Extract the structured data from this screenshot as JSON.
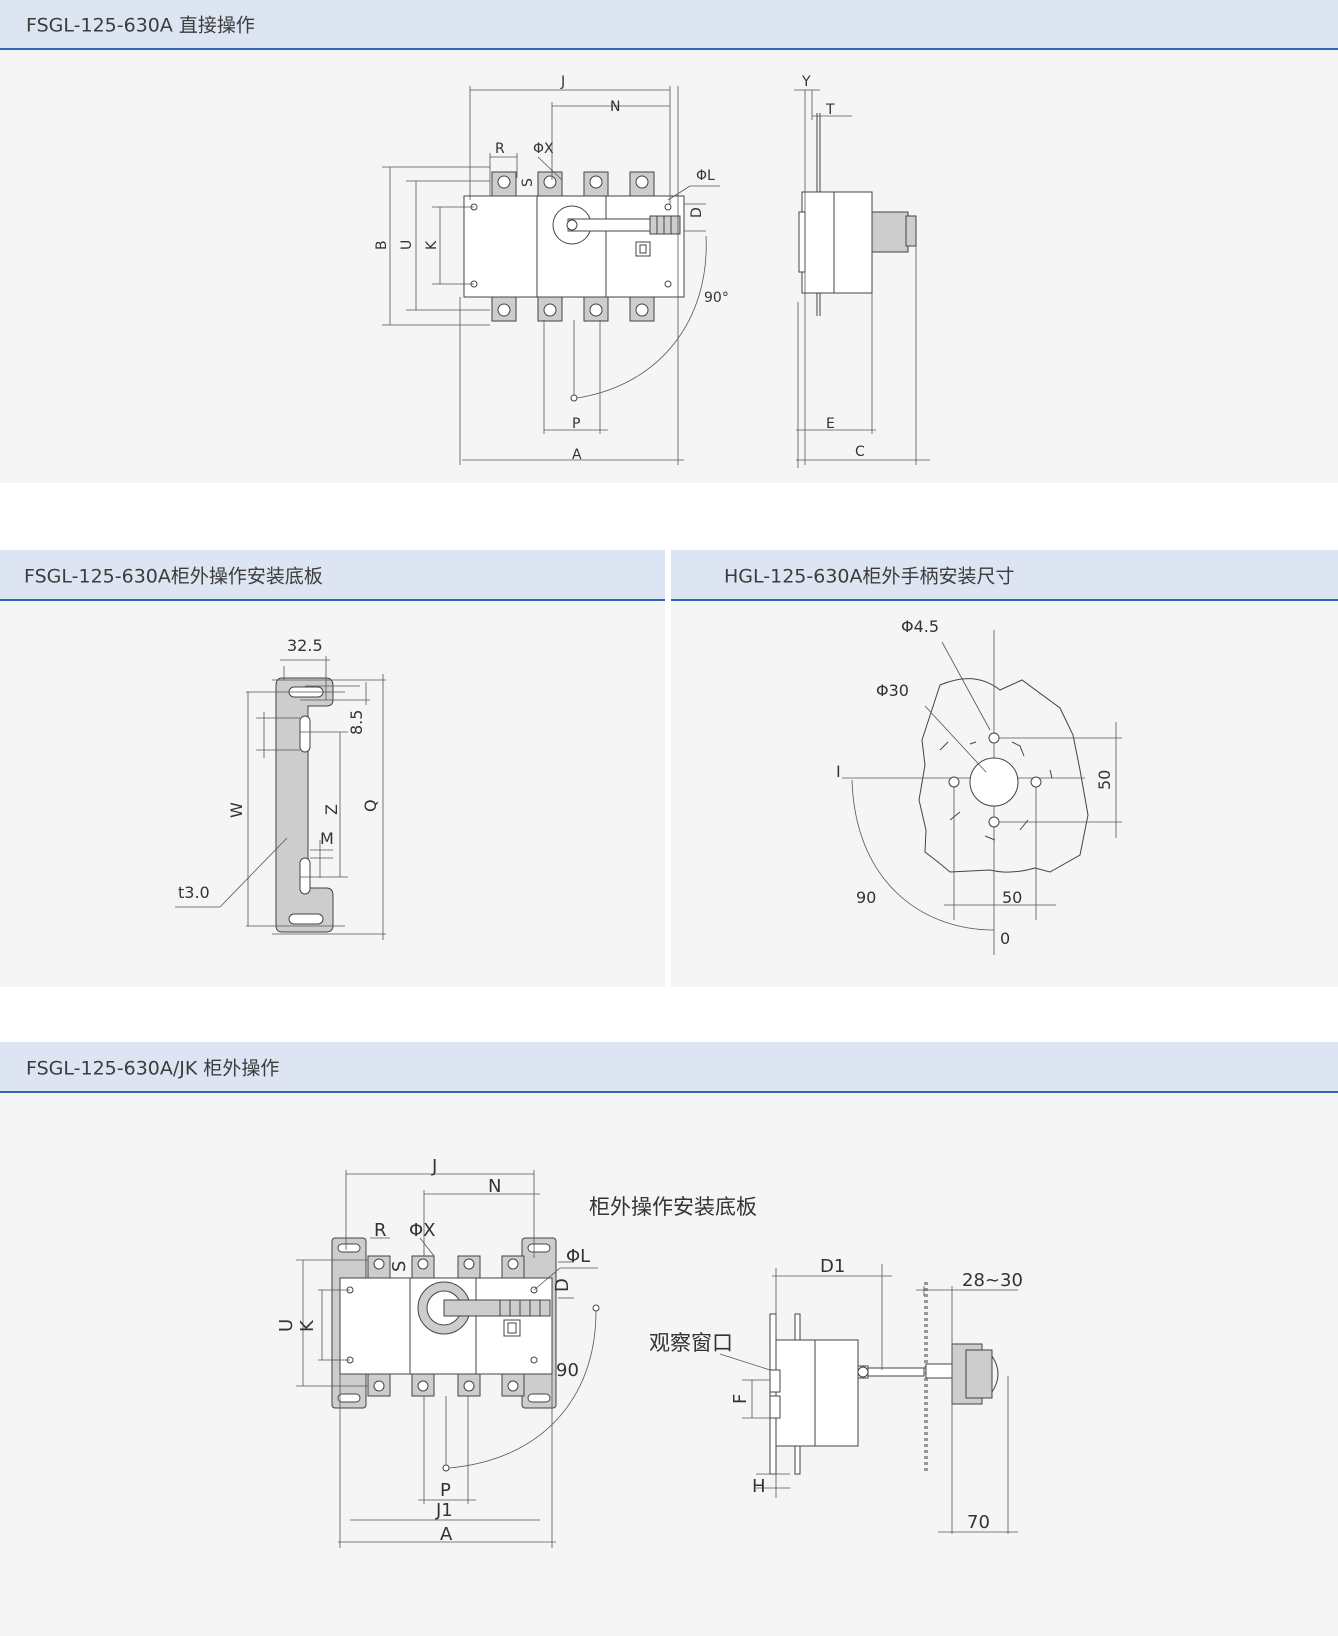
{
  "sections": {
    "direct": {
      "title": "FSGL-125-630A 直接操作"
    },
    "plate": {
      "title": "FSGL-125-630A柜外操作安装底板"
    },
    "handle": {
      "title": "HGL-125-630A柜外手柄安装尺寸"
    },
    "jk": {
      "title": "FSGL-125-630A/JK 柜外操作"
    }
  },
  "diagram1": {
    "labels": {
      "J": "J",
      "N": "N",
      "R": "R",
      "phiX": "ΦX",
      "S": "S",
      "phiL": "ΦL",
      "D": "D",
      "B": "B",
      "U": "U",
      "K": "K",
      "angle": "90°",
      "P": "P",
      "A": "A",
      "Y": "Y",
      "T": "T",
      "E": "E",
      "C": "C"
    }
  },
  "diagram2": {
    "labels": {
      "w325": "32.5",
      "d85": "8.5",
      "W": "W",
      "Z": "Z",
      "Q": "Q",
      "M": "M",
      "t30": "t3.0"
    }
  },
  "diagram3": {
    "labels": {
      "phi45": "Φ4.5",
      "phi30": "Φ30",
      "I": "I",
      "d50v": "50",
      "d90": "90",
      "d50h": "50",
      "d0": "0"
    }
  },
  "diagram4": {
    "labels": {
      "J": "J",
      "N": "N",
      "plate": "柜外操作安装底板",
      "R": "R",
      "phiX": "ΦX",
      "S": "S",
      "phiL": "ΦL",
      "D": "D",
      "U": "U",
      "K": "K",
      "d90": "90",
      "P": "P",
      "J1": "J1",
      "A": "A",
      "D1": "D1",
      "r2830": "28~30",
      "window": "观察窗口",
      "F": "F",
      "H": "H",
      "d70": "70"
    }
  }
}
